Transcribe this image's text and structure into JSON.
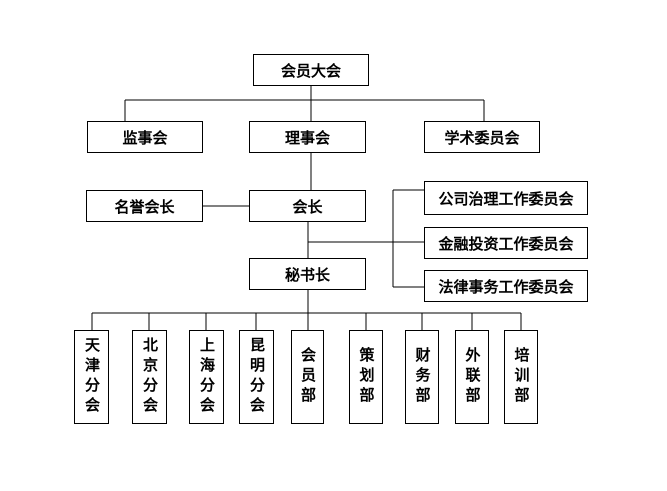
{
  "nodes": {
    "general_assembly": "会员大会",
    "supervisory_board": "监事会",
    "council": "理事会",
    "academic_committee": "学术委员会",
    "honorary_president": "名誉会长",
    "president": "会长",
    "corporate_governance_committee": "公司治理工作委员会",
    "financial_investment_committee": "金融投资工作委员会",
    "legal_affairs_committee": "法律事务工作委员会",
    "secretary_general": "秘书长"
  },
  "departments": [
    "天津分会",
    "北京分会",
    "上海分会",
    "昆明分会",
    "会员部",
    "策划部",
    "财务部",
    "外联部",
    "培训部"
  ]
}
